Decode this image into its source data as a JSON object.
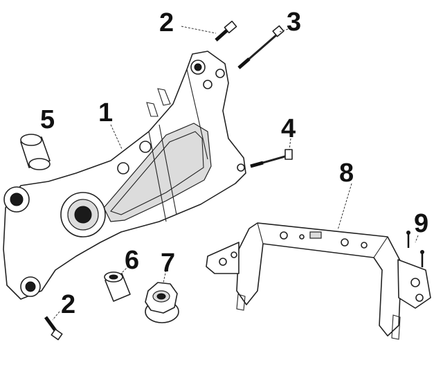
{
  "callouts": {
    "c1": "1",
    "c2a": "2",
    "c2b": "2",
    "c3": "3",
    "c4": "4",
    "c5": "5",
    "c6": "6",
    "c7": "7",
    "c8": "8",
    "c9": "9"
  },
  "colors": {
    "line": "#222222",
    "fill": "#ffffff",
    "shade": "#dcdcdc"
  }
}
